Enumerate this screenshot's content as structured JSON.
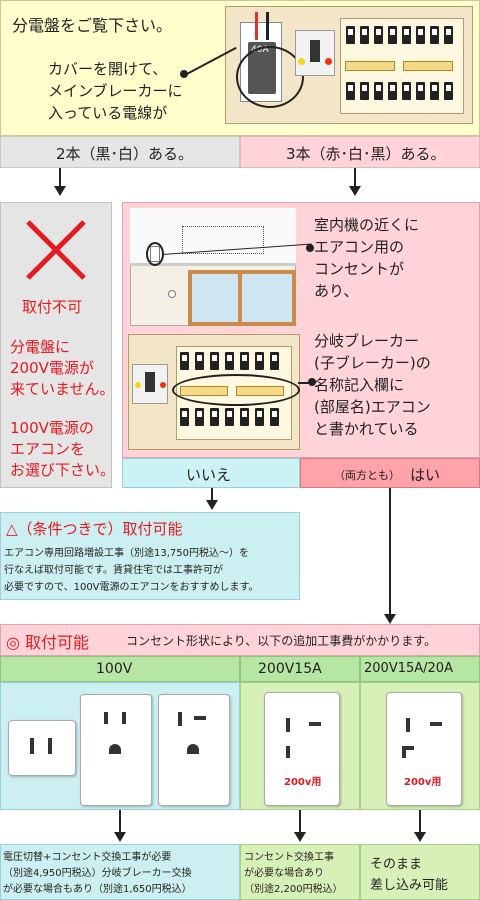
{
  "top": {
    "title": "分電盤をご覧下さい。",
    "desc": [
      "カバーを開けて、",
      "メインブレーカーに",
      "入っている電線が"
    ],
    "main_breaker_label": "40A"
  },
  "branch": {
    "left": "2本（黒･白）ある。",
    "right": "3本（赤･白･黒）ある。"
  },
  "left_box": {
    "status": "取付不可",
    "msg1": [
      "分電盤に",
      "200V電源が",
      "来ていません。"
    ],
    "msg2": [
      "100V電源の",
      "エアコンを",
      "お選び下さい。"
    ]
  },
  "right_box": {
    "text1": [
      "室内機の近くに",
      "エアコン用の",
      "コンセントが",
      "あり、"
    ],
    "text2": [
      "分岐ブレーカー",
      "(子ブレーカー)の",
      "名称記入欄に",
      "(部屋名)エアコン",
      "と書かれている"
    ]
  },
  "answers": {
    "no": "いいえ",
    "yes_note": "（両方とも）",
    "yes": "はい"
  },
  "conditional": {
    "title": "△（条件つきで）取付可能",
    "lines": [
      "エアコン専用回路増設工事（別途13,750円税込～）を",
      "行なえば取付可能です。賃貸住宅では工事許可が",
      "必要ですので、100V電源のエアコンをおすすめします。"
    ]
  },
  "possible": {
    "title": "◎ 取付可能",
    "note": "コンセント形状により、以下の追加工事費がかかります。"
  },
  "columns": [
    {
      "label": "100V"
    },
    {
      "label": "200V15A"
    },
    {
      "label": "200V15A/20A"
    }
  ],
  "outlet_tag": "200v用",
  "footer": {
    "c1": [
      "電圧切替+コンセント交換工事が必要",
      "（別途4,950円税込）分岐ブレーカー交換",
      "が必要な場合もあり（別途1,650円税込）"
    ],
    "c2": [
      "コンセント交換工事",
      "が必要な場合あり",
      "（別途2,200円税込）"
    ],
    "c3": [
      "そのまま",
      "差し込み可能"
    ]
  },
  "colors": {
    "yellow_bg": "#ffffcc",
    "pink_bg": "#ffd3d8",
    "gray_bg": "#e5e5e5",
    "cyan_bg": "#ccf2f6",
    "red": "#e8191f",
    "green_header": "#b7e6a4",
    "cyan_panel": "#cceff2",
    "green_panel": "#d7f0b8"
  }
}
